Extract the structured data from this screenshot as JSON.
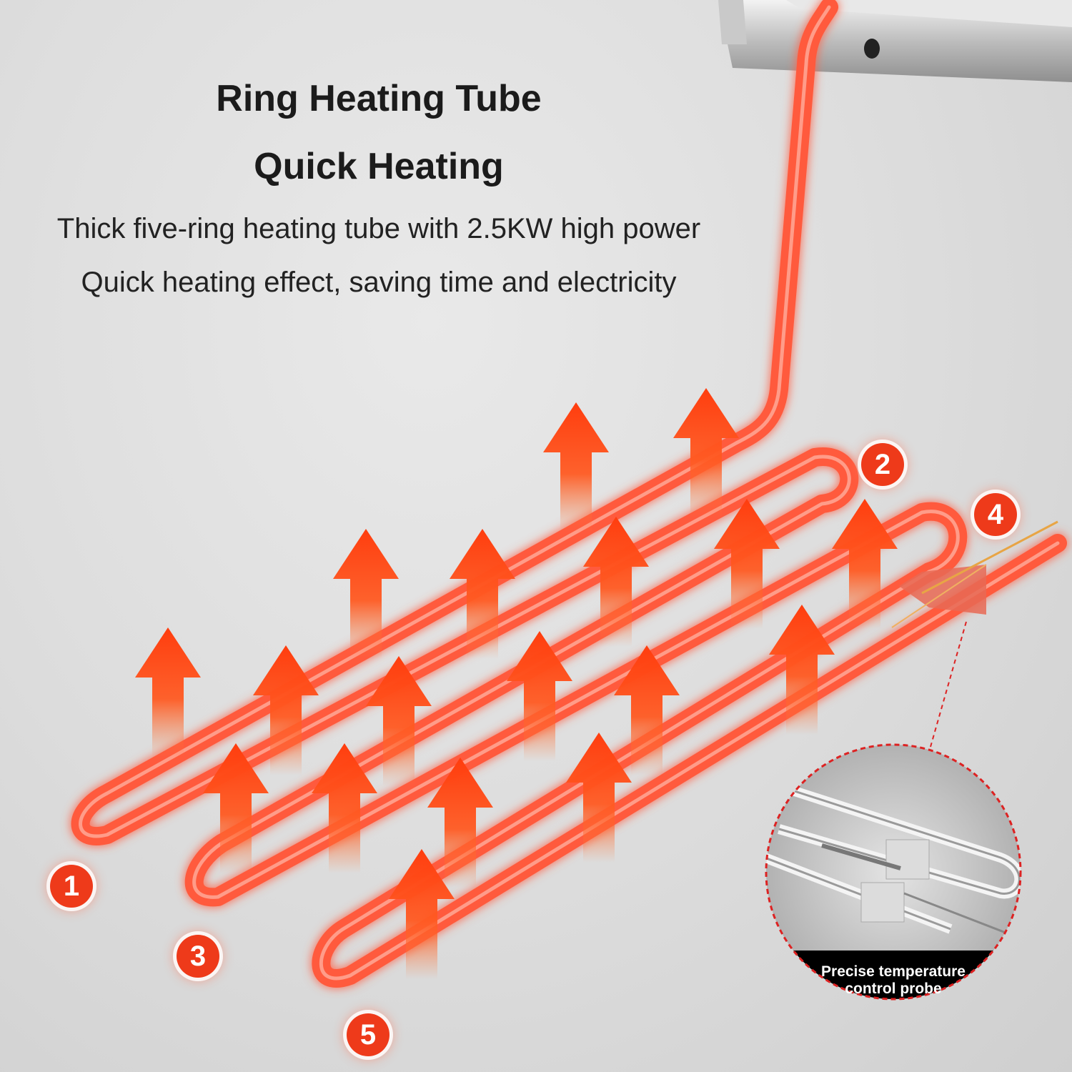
{
  "heading": {
    "title": "Ring Heating Tube",
    "subtitle": "Quick Heating"
  },
  "description": {
    "line1": "Thick five-ring heating tube with 2.5KW high power",
    "line2": "Quick heating effect, saving time and electricity"
  },
  "ring_labels": [
    "1",
    "2",
    "3",
    "4",
    "5"
  ],
  "probe_inset": {
    "caption_line1": "Precise temperature",
    "caption_line2": "control probe"
  },
  "colors": {
    "tube": "#ff5a3c",
    "arrow": "#ff3d0e",
    "badge": "#ee3a1a",
    "background": "#dcdcdc"
  }
}
